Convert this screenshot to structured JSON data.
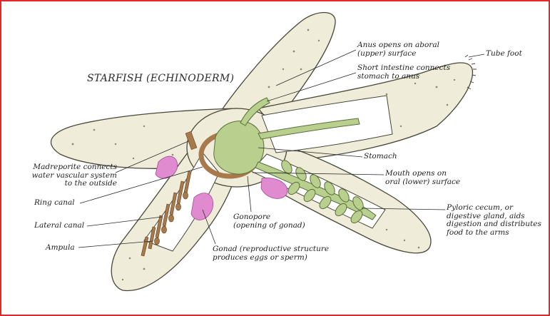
{
  "title": "STARFISH (ECHINODERM)",
  "labels": {
    "anus": "Anus opens on aboral\n(upper) surface",
    "intestine": "Short intestine connects\nstomach to anus",
    "tube_foot": "Tube foot",
    "madreporite": "Madreporite connects\nwater vascular system\nto the outside",
    "stomach": "Stomach",
    "mouth": "Mouth opens on\noral (lower) surface",
    "ring_canal": "Ring canal",
    "pyloric": "Pyloric cecum, or\ndigestive gland, aids\ndigestion and distributes\nfood to the arms",
    "lateral_canal": "Lateral canal",
    "gonopore": "Gonopore\n(opening of gonad)",
    "ampula": "Ampula",
    "gonad": "Gonad (reproductive structure\nproduces eggs or sperm)"
  },
  "colors": {
    "frame": "#e5262b",
    "skin": "#efedd9",
    "skin_dots": "#8d8a6e",
    "outline": "#4a4739",
    "digestive": "#b9cf8e",
    "canal": "#a8794a",
    "gonad": "#e08ad0",
    "cavity": "#ffffff"
  }
}
